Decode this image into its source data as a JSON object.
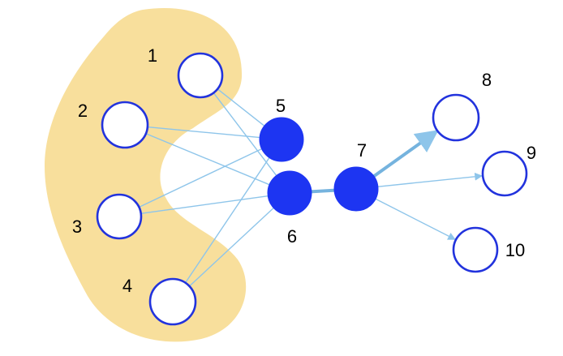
{
  "colors": {
    "region_fill": "#f8df9c",
    "edge": "#8ec5ea",
    "edge_strong": "#75b3de",
    "node_outline": "#2233dd",
    "node_filled": "#1d35f2",
    "node_open_fill": "#ffffff",
    "background": "#ffffff"
  },
  "nodes": [
    {
      "id": "1",
      "label": "1",
      "style": "open"
    },
    {
      "id": "2",
      "label": "2",
      "style": "open"
    },
    {
      "id": "3",
      "label": "3",
      "style": "open"
    },
    {
      "id": "4",
      "label": "4",
      "style": "open"
    },
    {
      "id": "5",
      "label": "5",
      "style": "filled"
    },
    {
      "id": "6",
      "label": "6",
      "style": "filled"
    },
    {
      "id": "7",
      "label": "7",
      "style": "filled"
    },
    {
      "id": "8",
      "label": "8",
      "style": "open"
    },
    {
      "id": "9",
      "label": "9",
      "style": "open"
    },
    {
      "id": "10",
      "label": "10",
      "style": "open"
    }
  ],
  "edges": [
    {
      "from": "1",
      "to": "5",
      "weight": "normal"
    },
    {
      "from": "1",
      "to": "6",
      "weight": "normal"
    },
    {
      "from": "2",
      "to": "5",
      "weight": "normal"
    },
    {
      "from": "2",
      "to": "6",
      "weight": "normal"
    },
    {
      "from": "3",
      "to": "5",
      "weight": "normal"
    },
    {
      "from": "3",
      "to": "6",
      "weight": "normal"
    },
    {
      "from": "4",
      "to": "5",
      "weight": "normal"
    },
    {
      "from": "4",
      "to": "6",
      "weight": "normal"
    },
    {
      "from": "6",
      "to": "7",
      "weight": "strong"
    },
    {
      "from": "7",
      "to": "8",
      "weight": "strong",
      "arrow": true
    },
    {
      "from": "7",
      "to": "9",
      "weight": "normal",
      "arrow": true
    },
    {
      "from": "7",
      "to": "10",
      "weight": "normal",
      "arrow": true
    }
  ],
  "group": {
    "members": [
      "1",
      "2",
      "3",
      "4"
    ]
  }
}
